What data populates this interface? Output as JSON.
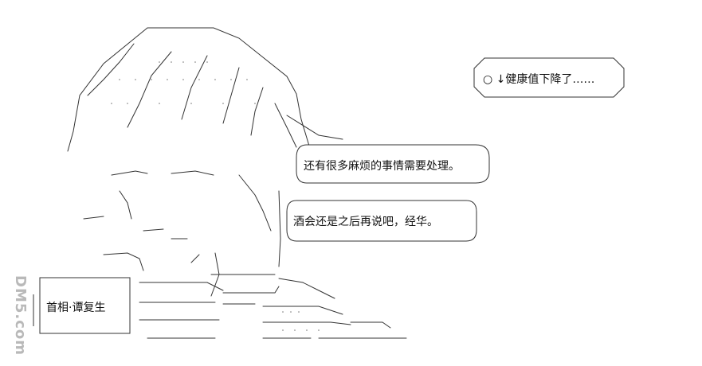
{
  "bubbles": {
    "status": "○ ↓健康值下降了……",
    "line1": "还有很多麻烦的事情需要处理。",
    "line2": "酒会还是之后再说吧，经华。"
  },
  "nameplate": {
    "label": "首相·谭复生"
  },
  "watermark": {
    "text": "DM5.com"
  }
}
